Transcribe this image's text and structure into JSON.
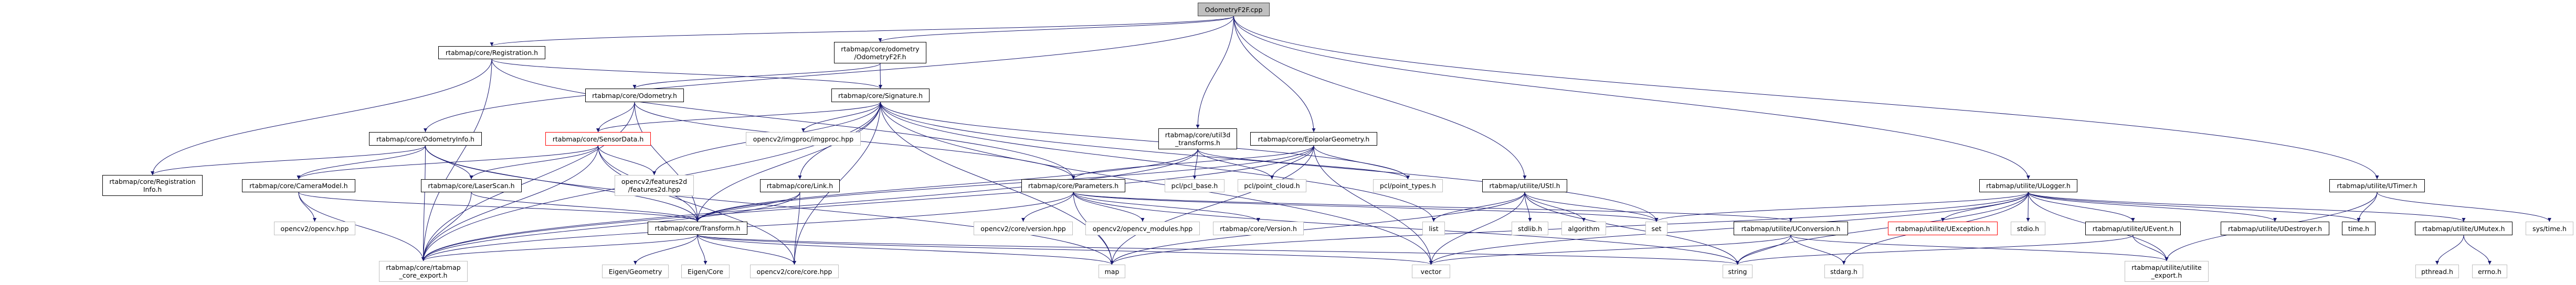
{
  "graph": {
    "edge_color": "#191970",
    "nodes": {
      "root": {
        "label": "OdometryF2F.cpp",
        "kind": "root"
      },
      "registration": {
        "label": "rtabmap/core/Registration.h",
        "kind": "doc"
      },
      "odomf2f_h": {
        "label": "rtabmap/core/odometry\n/OdometryF2F.h",
        "kind": "doc"
      },
      "odometry": {
        "label": "rtabmap/core/Odometry.h",
        "kind": "doc"
      },
      "signature": {
        "label": "rtabmap/core/Signature.h",
        "kind": "doc"
      },
      "odominfo": {
        "label": "rtabmap/core/OdometryInfo.h",
        "kind": "doc"
      },
      "sensordata": {
        "label": "rtabmap/core/SensorData.h",
        "kind": "truncated"
      },
      "imgproc": {
        "label": "opencv2/imgproc/imgproc.hpp",
        "kind": "external"
      },
      "util3d": {
        "label": "rtabmap/core/util3d\n_transforms.h",
        "kind": "doc"
      },
      "epipolar": {
        "label": "rtabmap/core/EpipolarGeometry.h",
        "kind": "doc"
      },
      "reginfo": {
        "label": "rtabmap/core/Registration\nInfo.h",
        "kind": "doc"
      },
      "camera": {
        "label": "rtabmap/core/CameraModel.h",
        "kind": "doc"
      },
      "laserscan": {
        "label": "rtabmap/core/LaserScan.h",
        "kind": "doc"
      },
      "features2d": {
        "label": "opencv2/features2d\n/features2d.hpp",
        "kind": "external"
      },
      "link": {
        "label": "rtabmap/core/Link.h",
        "kind": "doc"
      },
      "parameters": {
        "label": "rtabmap/core/Parameters.h",
        "kind": "doc"
      },
      "pcl_base": {
        "label": "pcl/pcl_base.h",
        "kind": "external"
      },
      "point_cloud": {
        "label": "pcl/point_cloud.h",
        "kind": "external"
      },
      "point_types": {
        "label": "pcl/point_types.h",
        "kind": "external"
      },
      "ustl": {
        "label": "rtabmap/utilite/UStl.h",
        "kind": "doc"
      },
      "ulogger": {
        "label": "rtabmap/utilite/ULogger.h",
        "kind": "doc"
      },
      "utimer": {
        "label": "rtabmap/utilite/UTimer.h",
        "kind": "doc"
      },
      "opencv": {
        "label": "opencv2/opencv.hpp",
        "kind": "external"
      },
      "transform": {
        "label": "rtabmap/core/Transform.h",
        "kind": "doc"
      },
      "cv_version": {
        "label": "opencv2/core/version.hpp",
        "kind": "external"
      },
      "cv_modules": {
        "label": "opencv2/opencv_modules.hpp",
        "kind": "external"
      },
      "rt_version": {
        "label": "rtabmap/core/Version.h",
        "kind": "external"
      },
      "list": {
        "label": "list",
        "kind": "external"
      },
      "stdlib": {
        "label": "stdlib.h",
        "kind": "external"
      },
      "algorithm": {
        "label": "algorithm",
        "kind": "external"
      },
      "set": {
        "label": "set",
        "kind": "external"
      },
      "uconversion": {
        "label": "rtabmap/utilite/UConversion.h",
        "kind": "doc"
      },
      "uexception": {
        "label": "rtabmap/utilite/UException.h",
        "kind": "truncated"
      },
      "stdio": {
        "label": "stdio.h",
        "kind": "external"
      },
      "uevent": {
        "label": "rtabmap/utilite/UEvent.h",
        "kind": "doc"
      },
      "udestroyer": {
        "label": "rtabmap/utilite/UDestroyer.h",
        "kind": "doc"
      },
      "time": {
        "label": "time.h",
        "kind": "doc"
      },
      "umutex": {
        "label": "rtabmap/utilite/UMutex.h",
        "kind": "doc"
      },
      "systime": {
        "label": "sys/time.h",
        "kind": "external"
      },
      "core_export": {
        "label": "rtabmap/core/rtabmap\n_core_export.h",
        "kind": "external"
      },
      "eigen_geom": {
        "label": "Eigen/Geometry",
        "kind": "external"
      },
      "eigen_core": {
        "label": "Eigen/Core",
        "kind": "external"
      },
      "cv_core": {
        "label": "opencv2/core/core.hpp",
        "kind": "external"
      },
      "map": {
        "label": "map",
        "kind": "external"
      },
      "vector": {
        "label": "vector",
        "kind": "external"
      },
      "string": {
        "label": "string",
        "kind": "external"
      },
      "stdarg": {
        "label": "stdarg.h",
        "kind": "external"
      },
      "utilite_export": {
        "label": "rtabmap/utilite/utilite\n_export.h",
        "kind": "external"
      },
      "pthread": {
        "label": "pthread.h",
        "kind": "external"
      },
      "errno": {
        "label": "errno.h",
        "kind": "external"
      }
    },
    "edges": [
      [
        "root",
        "registration"
      ],
      [
        "root",
        "odomf2f_h"
      ],
      [
        "root",
        "odominfo"
      ],
      [
        "root",
        "util3d"
      ],
      [
        "root",
        "epipolar"
      ],
      [
        "root",
        "ustl"
      ],
      [
        "root",
        "ulogger"
      ],
      [
        "root",
        "utimer"
      ],
      [
        "registration",
        "reginfo"
      ],
      [
        "registration",
        "core_export"
      ],
      [
        "registration",
        "signature"
      ],
      [
        "registration",
        "parameters"
      ],
      [
        "odomf2f_h",
        "odometry"
      ],
      [
        "odomf2f_h",
        "signature"
      ],
      [
        "odometry",
        "sensordata"
      ],
      [
        "odometry",
        "parameters"
      ],
      [
        "odometry",
        "transform"
      ],
      [
        "odometry",
        "core_export"
      ],
      [
        "odominfo",
        "reginfo"
      ],
      [
        "odominfo",
        "camera"
      ],
      [
        "odominfo",
        "laserscan"
      ],
      [
        "odominfo",
        "core_export"
      ],
      [
        "odominfo",
        "transform"
      ],
      [
        "odominfo",
        "map"
      ],
      [
        "signature",
        "sensordata"
      ],
      [
        "signature",
        "features2d"
      ],
      [
        "signature",
        "imgproc"
      ],
      [
        "signature",
        "link"
      ],
      [
        "signature",
        "transform"
      ],
      [
        "signature",
        "cv_core"
      ],
      [
        "signature",
        "point_types"
      ],
      [
        "signature",
        "list"
      ],
      [
        "signature",
        "set"
      ],
      [
        "signature",
        "map"
      ],
      [
        "signature",
        "vector"
      ],
      [
        "signature",
        "core_export"
      ],
      [
        "sensordata",
        "camera"
      ],
      [
        "sensordata",
        "laserscan"
      ],
      [
        "sensordata",
        "transform"
      ],
      [
        "sensordata",
        "features2d"
      ],
      [
        "sensordata",
        "cv_core"
      ],
      [
        "sensordata",
        "core_export"
      ],
      [
        "camera",
        "opencv"
      ],
      [
        "camera",
        "core_export"
      ],
      [
        "camera",
        "transform"
      ],
      [
        "laserscan",
        "transform"
      ],
      [
        "laserscan",
        "core_export"
      ],
      [
        "link",
        "transform"
      ],
      [
        "link",
        "cv_core"
      ],
      [
        "link",
        "core_export"
      ],
      [
        "transform",
        "eigen_geom"
      ],
      [
        "transform",
        "eigen_core"
      ],
      [
        "transform",
        "cv_core"
      ],
      [
        "transform",
        "core_export"
      ],
      [
        "transform",
        "vector"
      ],
      [
        "transform",
        "string"
      ],
      [
        "transform",
        "map"
      ],
      [
        "parameters",
        "cv_version"
      ],
      [
        "parameters",
        "cv_modules"
      ],
      [
        "parameters",
        "rt_version"
      ],
      [
        "parameters",
        "core_export"
      ],
      [
        "parameters",
        "uconversion"
      ],
      [
        "parameters",
        "map"
      ],
      [
        "parameters",
        "string"
      ],
      [
        "parameters",
        "set"
      ],
      [
        "util3d",
        "pcl_base"
      ],
      [
        "util3d",
        "point_cloud"
      ],
      [
        "util3d",
        "point_types"
      ],
      [
        "util3d",
        "transform"
      ],
      [
        "util3d",
        "core_export"
      ],
      [
        "epipolar",
        "parameters"
      ],
      [
        "epipolar",
        "point_cloud"
      ],
      [
        "epipolar",
        "point_types"
      ],
      [
        "epipolar",
        "transform"
      ],
      [
        "epipolar",
        "core_export"
      ],
      [
        "epipolar",
        "vector"
      ],
      [
        "epipolar",
        "map"
      ],
      [
        "ustl",
        "list"
      ],
      [
        "ustl",
        "stdlib"
      ],
      [
        "ustl",
        "algorithm"
      ],
      [
        "ustl",
        "set"
      ],
      [
        "ustl",
        "vector"
      ],
      [
        "ustl",
        "string"
      ],
      [
        "ustl",
        "map"
      ],
      [
        "uconversion",
        "string"
      ],
      [
        "uconversion",
        "stdarg"
      ],
      [
        "uconversion",
        "vector"
      ],
      [
        "uconversion",
        "utilite_export"
      ],
      [
        "ulogger",
        "uexception"
      ],
      [
        "ulogger",
        "stdio"
      ],
      [
        "ulogger",
        "uevent"
      ],
      [
        "ulogger",
        "udestroyer"
      ],
      [
        "ulogger",
        "time"
      ],
      [
        "ulogger",
        "umutex"
      ],
      [
        "ulogger",
        "utilite_export"
      ],
      [
        "ulogger",
        "string"
      ],
      [
        "ulogger",
        "stdarg"
      ],
      [
        "ulogger",
        "vector"
      ],
      [
        "ulogger",
        "map"
      ],
      [
        "ulogger",
        "set"
      ],
      [
        "uevent",
        "utilite_export"
      ],
      [
        "uevent",
        "string"
      ],
      [
        "utimer",
        "time"
      ],
      [
        "utimer",
        "systime"
      ],
      [
        "utimer",
        "utilite_export"
      ],
      [
        "umutex",
        "pthread"
      ],
      [
        "umutex",
        "errno"
      ]
    ]
  }
}
